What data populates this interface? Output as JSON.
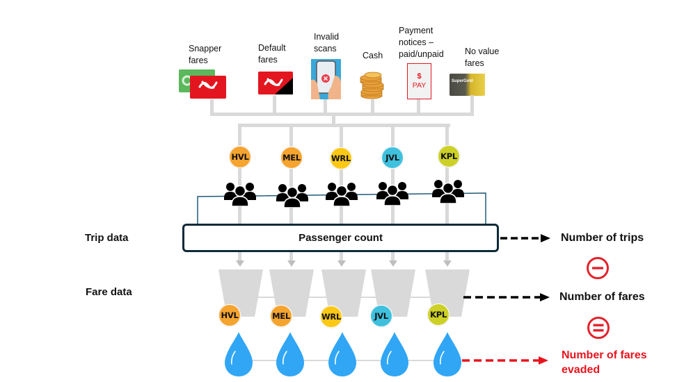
{
  "sources": [
    {
      "label": "Snapper\nfares",
      "icon": "snapper-card-icon"
    },
    {
      "label": "Default\nfares",
      "icon": "default-fare-card-icon"
    },
    {
      "label": "Invalid\nscans",
      "icon": "invalid-scan-phone-icon"
    },
    {
      "label": "Cash",
      "icon": "coins-icon"
    },
    {
      "label": "Payment\nnotices –\npaid/unpaid",
      "icon": "payment-notice-icon",
      "notice_symbol": "$",
      "notice_text": "PAY"
    },
    {
      "label": "No value\nfares",
      "icon": "supergold-card-icon",
      "card_text": "SuperGold"
    }
  ],
  "lines": [
    {
      "code": "HVL",
      "color": "#f5a430"
    },
    {
      "code": "MEL",
      "color": "#f5a430"
    },
    {
      "code": "WRL",
      "color": "#fbc816"
    },
    {
      "code": "JVL",
      "color": "#3fc1de"
    },
    {
      "code": "KPL",
      "color": "#ccd027"
    }
  ],
  "trip_section": {
    "label": "Trip data",
    "box_label": "Passenger count",
    "output": "Number of trips"
  },
  "fare_section": {
    "label": "Fare data",
    "output": "Number of fares"
  },
  "operators": {
    "minus": "minus-circle-icon",
    "equals": "equals-circle-icon"
  },
  "result": {
    "label_line1": "Number of fares",
    "label_line2": "evaded",
    "color": "#e8141c"
  }
}
